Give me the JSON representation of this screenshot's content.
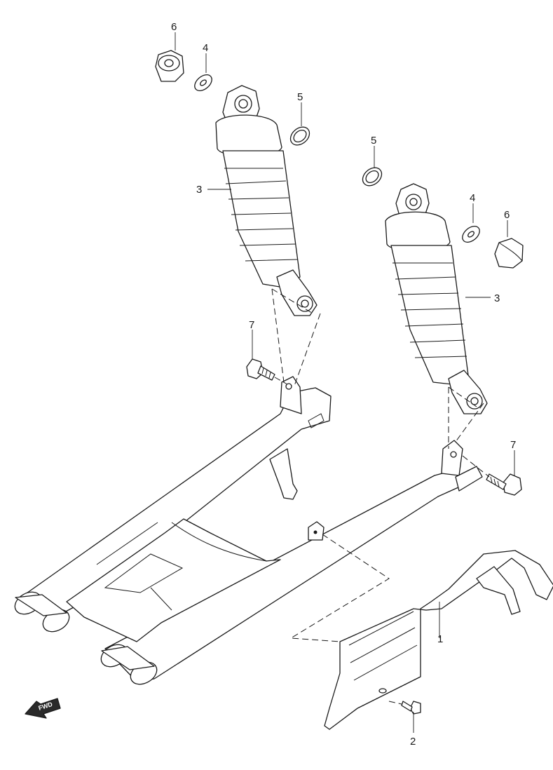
{
  "callouts": {
    "p6_left": "6",
    "p4_left": "4",
    "p5_left": "5",
    "p3_left": "3",
    "p5_right": "5",
    "p4_right": "4",
    "p6_right": "6",
    "p3_right": "3",
    "p7_left": "7",
    "p7_right": "7",
    "p1": "1",
    "p2": "2"
  },
  "fwd_badge": {
    "label": "FWD",
    "icon": "arrow-left-down-icon"
  },
  "colors": {
    "line": "#1a1a1a",
    "shade": "#c4c4c4",
    "background": "#ffffff"
  }
}
